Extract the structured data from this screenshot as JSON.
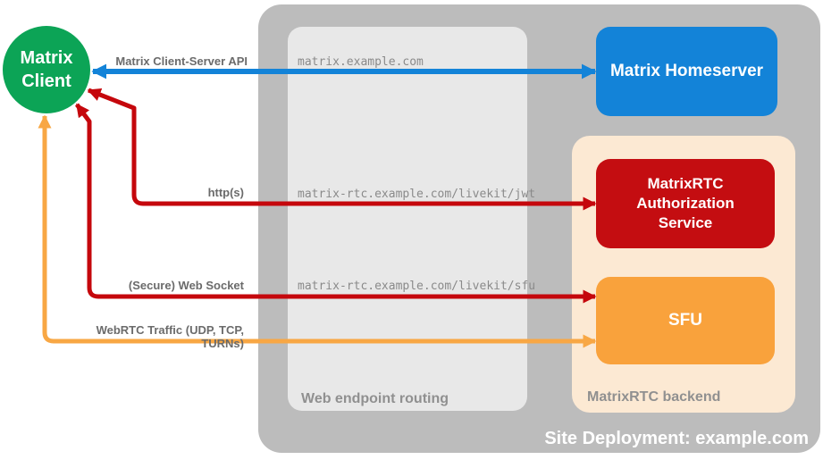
{
  "diagram_title": "MatrixRTC site deployment diagram",
  "colors": {
    "client_green": "#0ca456",
    "homeserver_blue": "#1383d8",
    "auth_red": "#c40d11",
    "sfu_orange": "#f9a23c",
    "backend_peach": "#fce9d3",
    "site_gray": "#bcbcbc",
    "routing_gray": "#e8e8e8",
    "arrow_blue": "#1383d8",
    "arrow_red": "#c5070c",
    "arrow_orange": "#f8a744",
    "label_gray": "#6b6b6b"
  },
  "matrix_client": {
    "line1": "Matrix",
    "line2": "Client"
  },
  "homeserver": {
    "label": "Matrix Homeserver"
  },
  "auth_service": {
    "line1": "MatrixRTC",
    "line2": "Authorization",
    "line3": "Service"
  },
  "sfu": {
    "label": "SFU"
  },
  "web_routing": {
    "label": "Web endpoint routing",
    "endpoints": [
      "matrix.example.com",
      "matrix-rtc.example.com/livekit/jwt",
      "matrix-rtc.example.com/livekit/sfu"
    ]
  },
  "backend": {
    "label": "MatrixRTC backend"
  },
  "site": {
    "label": "Site Deployment: example.com"
  },
  "arrow_labels": {
    "client_server_api": "Matrix Client-Server API",
    "https": "http(s)",
    "websocket": "(Secure) Web Socket",
    "webrtc": "WebRTC Traffic (UDP, TCP, TURNs)"
  }
}
